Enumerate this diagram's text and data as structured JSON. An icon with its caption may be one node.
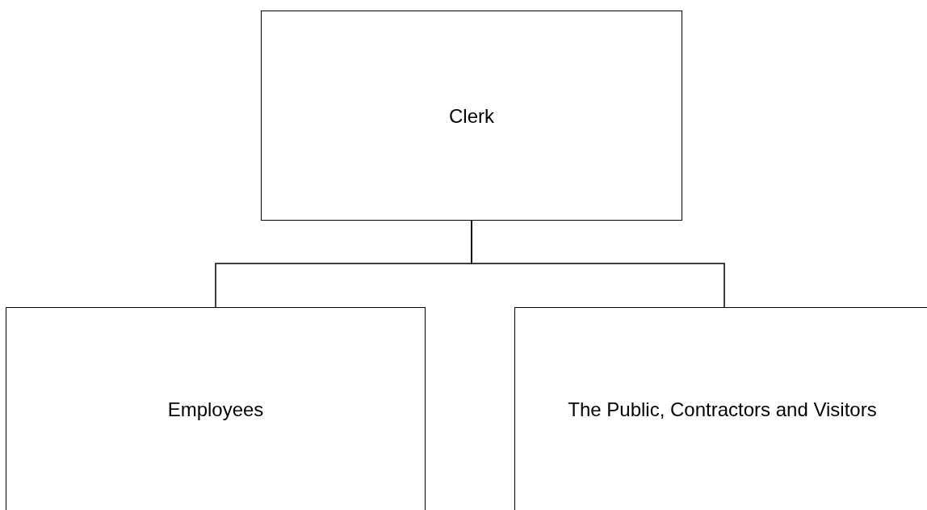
{
  "diagram": {
    "nodes": [
      {
        "text": [
          "Clerk"
        ]
      },
      {
        "text": [
          "Employees"
        ]
      },
      {
        "text": [
          "The Public, Contractors and Visitors"
        ]
      }
    ],
    "edges": [
      {
        "from": 0,
        "to": 1,
        "arrow": "none"
      },
      {
        "from": 0,
        "to": 2,
        "arrow": "none"
      }
    ]
  }
}
